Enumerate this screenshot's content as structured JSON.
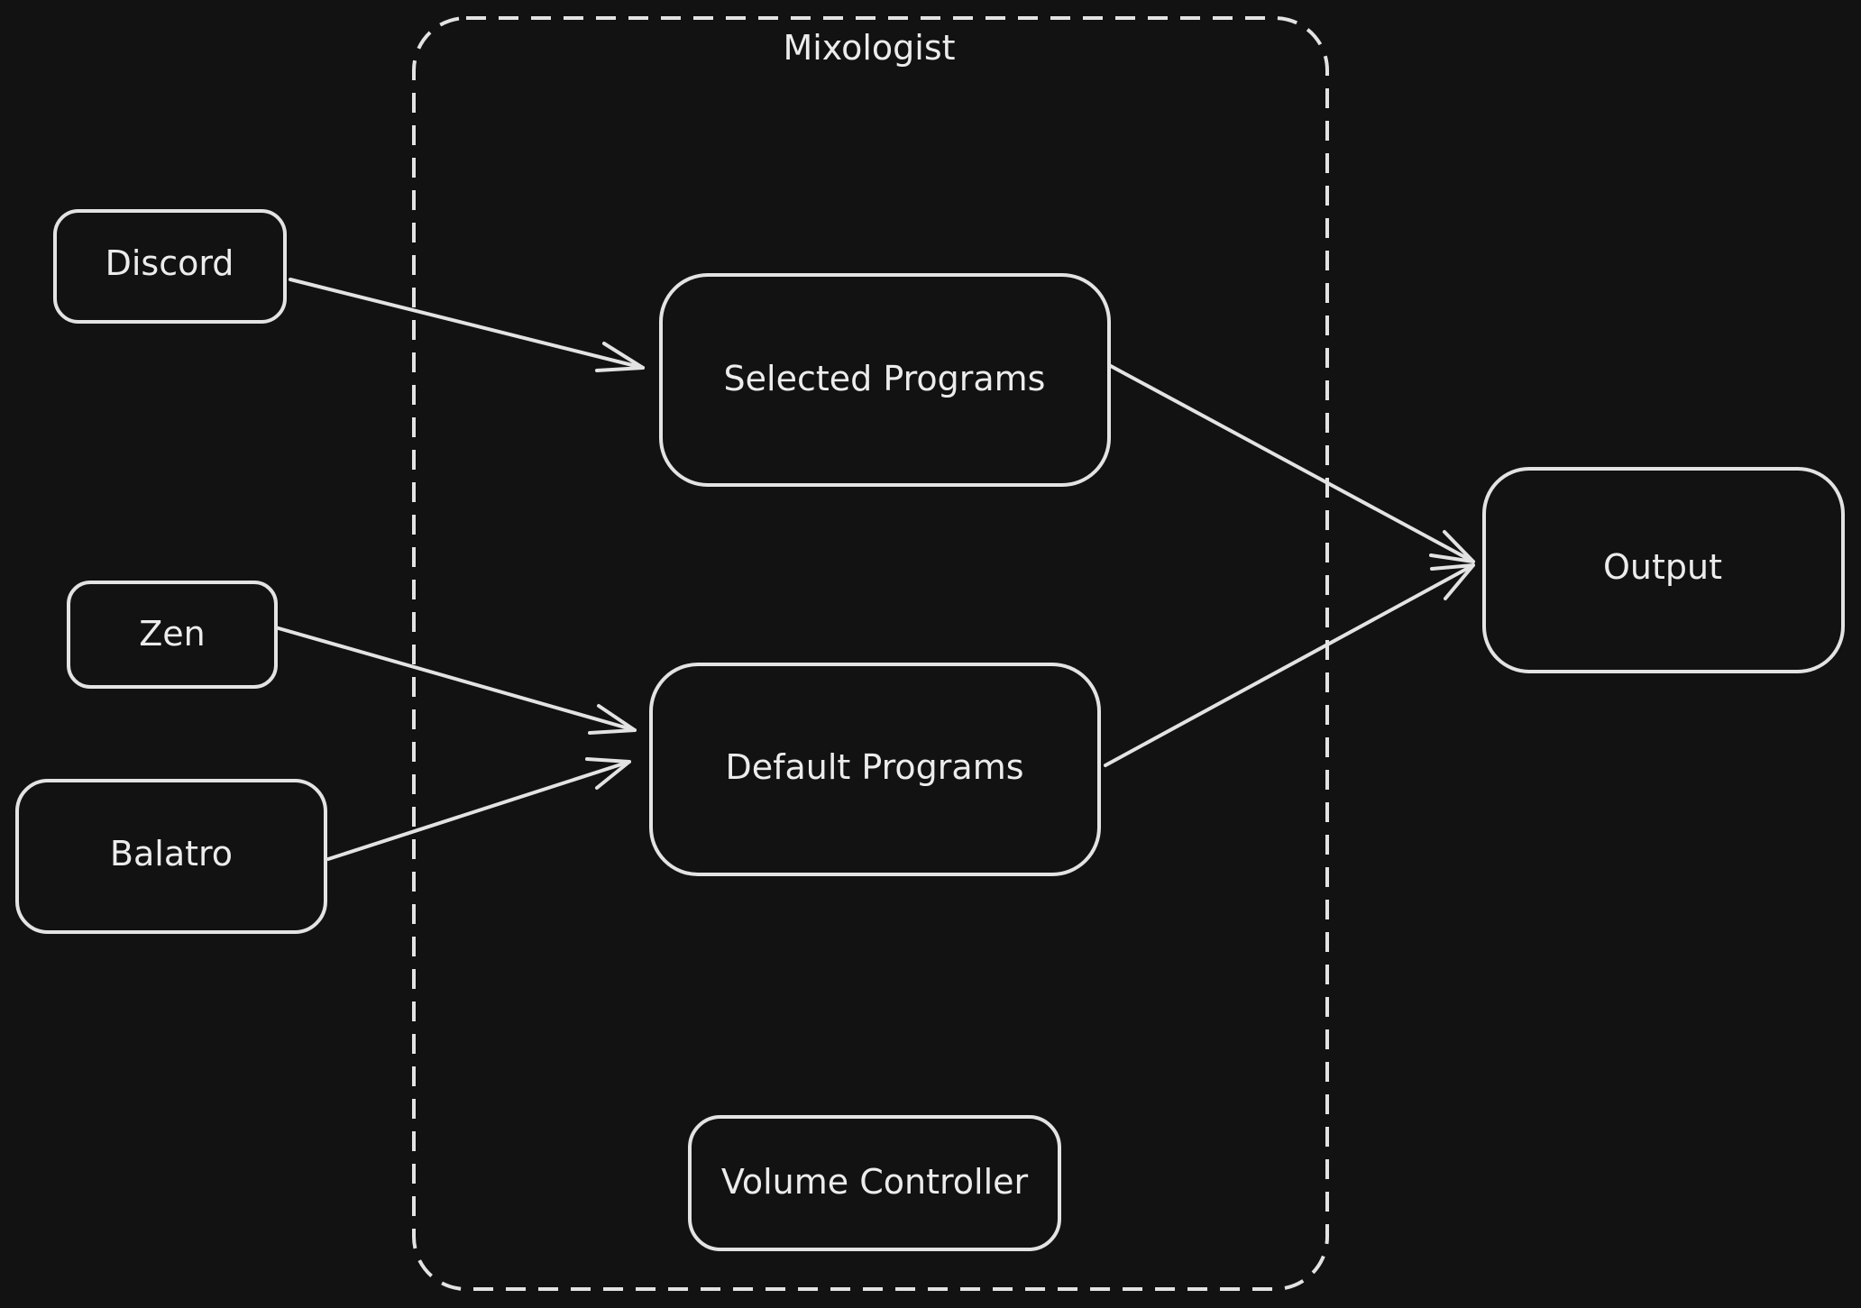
{
  "group": {
    "label": "Mixologist"
  },
  "nodes": {
    "discord": "Discord",
    "zen": "Zen",
    "balatro": "Balatro",
    "selected_programs": "Selected Programs",
    "default_programs": "Default Programs",
    "volume_controller": "Volume Controller",
    "output": "Output"
  },
  "edges": [
    {
      "from": "Discord",
      "to": "Selected Programs"
    },
    {
      "from": "Zen",
      "to": "Default Programs"
    },
    {
      "from": "Balatro",
      "to": "Default Programs"
    },
    {
      "from": "Selected Programs",
      "to": "Output"
    },
    {
      "from": "Default Programs",
      "to": "Output"
    }
  ],
  "colors": {
    "background": "#121212",
    "stroke": "#e3e3e3",
    "text": "#ececec"
  }
}
